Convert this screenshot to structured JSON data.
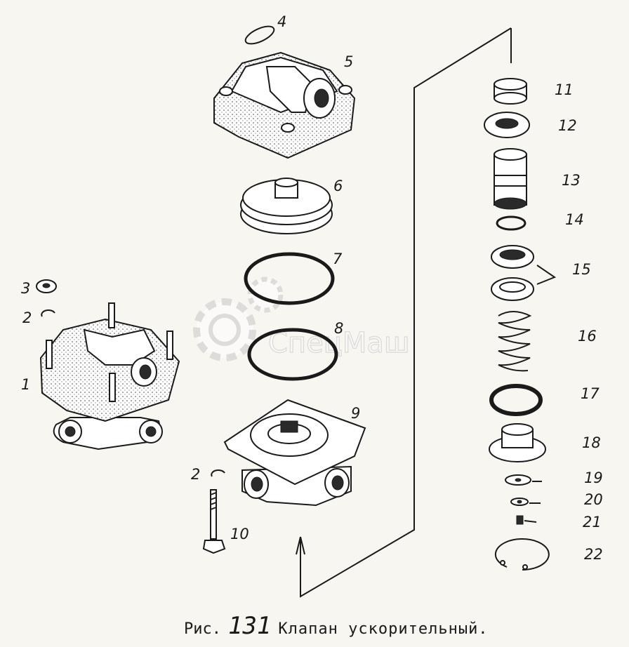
{
  "figure": {
    "caption_prefix": "Рис.",
    "caption_number": "131",
    "caption_title": "Клапан ускорительный."
  },
  "watermark": "СпецМаш",
  "part_labels": [
    "1",
    "2",
    "3",
    "4",
    "5",
    "6",
    "7",
    "8",
    "9",
    "10",
    "11",
    "12",
    "13",
    "14",
    "15",
    "16",
    "17",
    "18",
    "19",
    "20",
    "21",
    "22"
  ],
  "second_label_2": "2"
}
